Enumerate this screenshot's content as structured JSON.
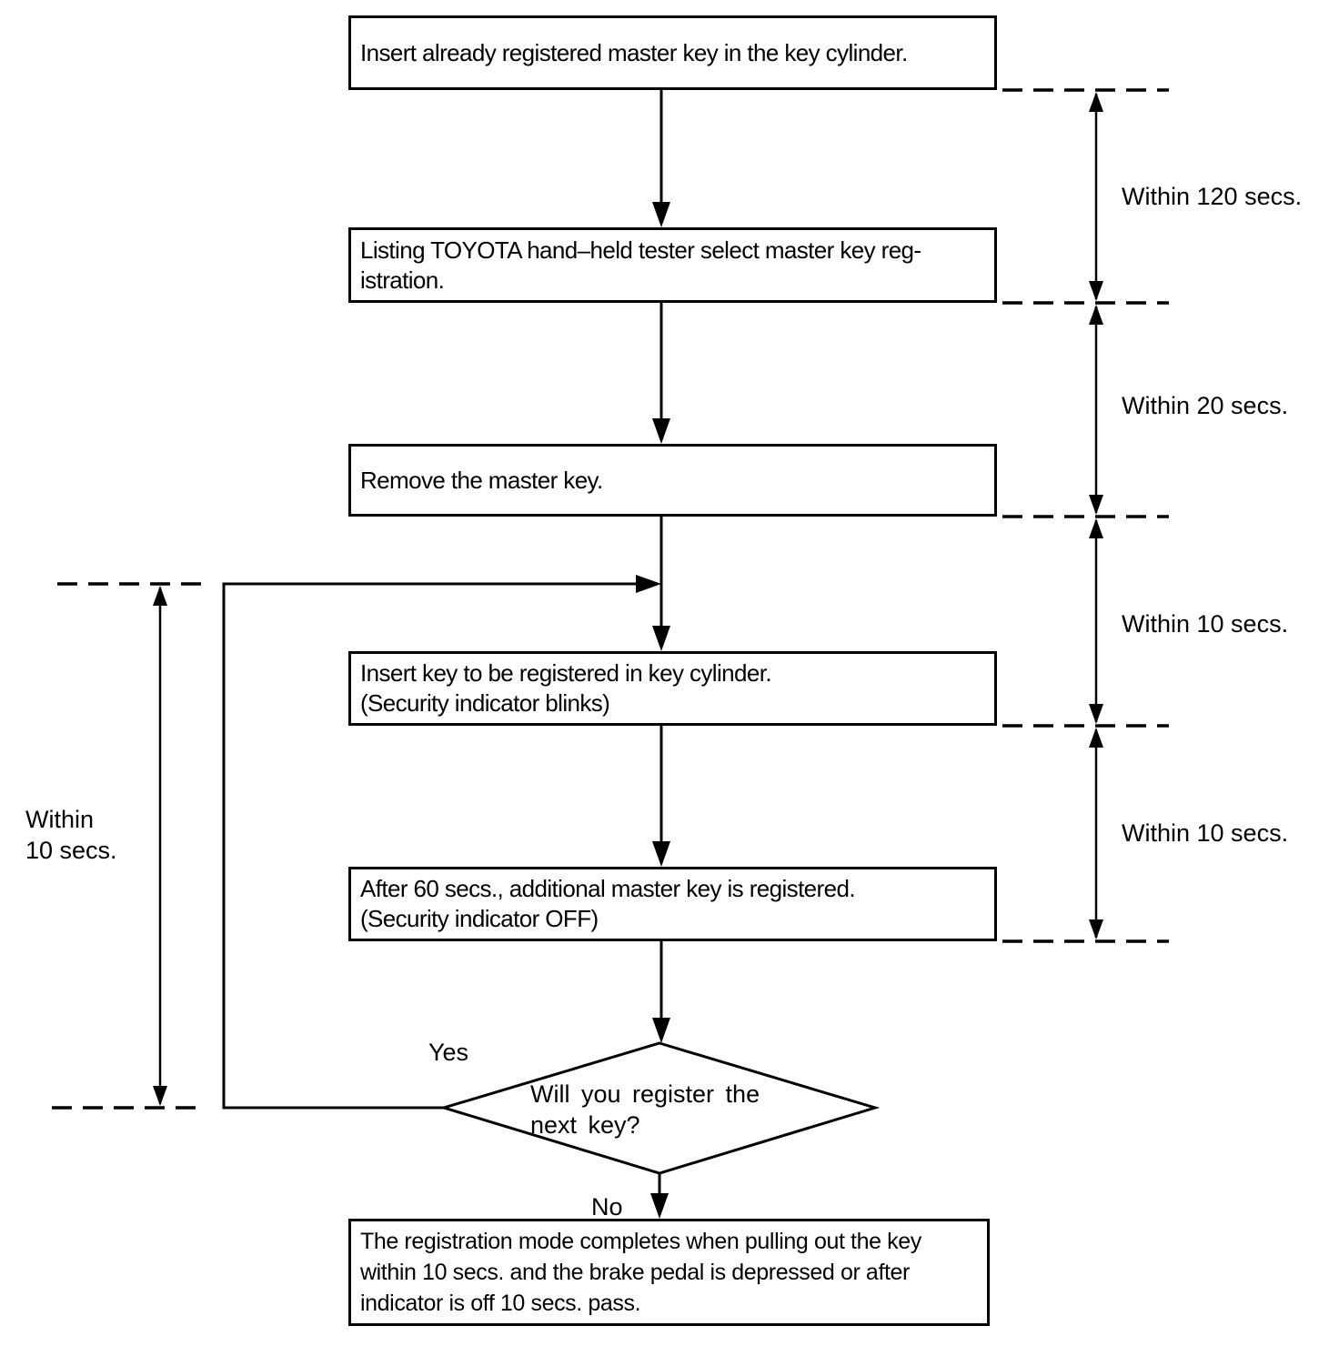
{
  "flowchart": {
    "steps": {
      "step1": "Insert already registered master key in the key cylinder.",
      "step2": "Listing TOYOTA hand–held tester select master key reg-\nistration.",
      "step3": "Remove the master key.",
      "step4": "Insert key to be registered in key cylinder.\n(Security indicator blinks)",
      "step5": "After 60 secs., additional master key is registered.\n(Security indicator OFF)",
      "decision": "Will you register the\nnext key?",
      "final": "The registration mode completes when pulling out the key\nwithin 10 secs. and the brake pedal is depressed or after\nindicator is off 10 secs. pass."
    },
    "branch_labels": {
      "yes": "Yes",
      "no": "No"
    },
    "timing_labels": {
      "right1": "Within 120 secs.",
      "right2": "Within 20 secs.",
      "right3": "Within 10 secs.",
      "right4": "Within 10 secs.",
      "left": "Within\n10 secs."
    },
    "colors": {
      "line": "#000000",
      "background": "#ffffff"
    }
  }
}
